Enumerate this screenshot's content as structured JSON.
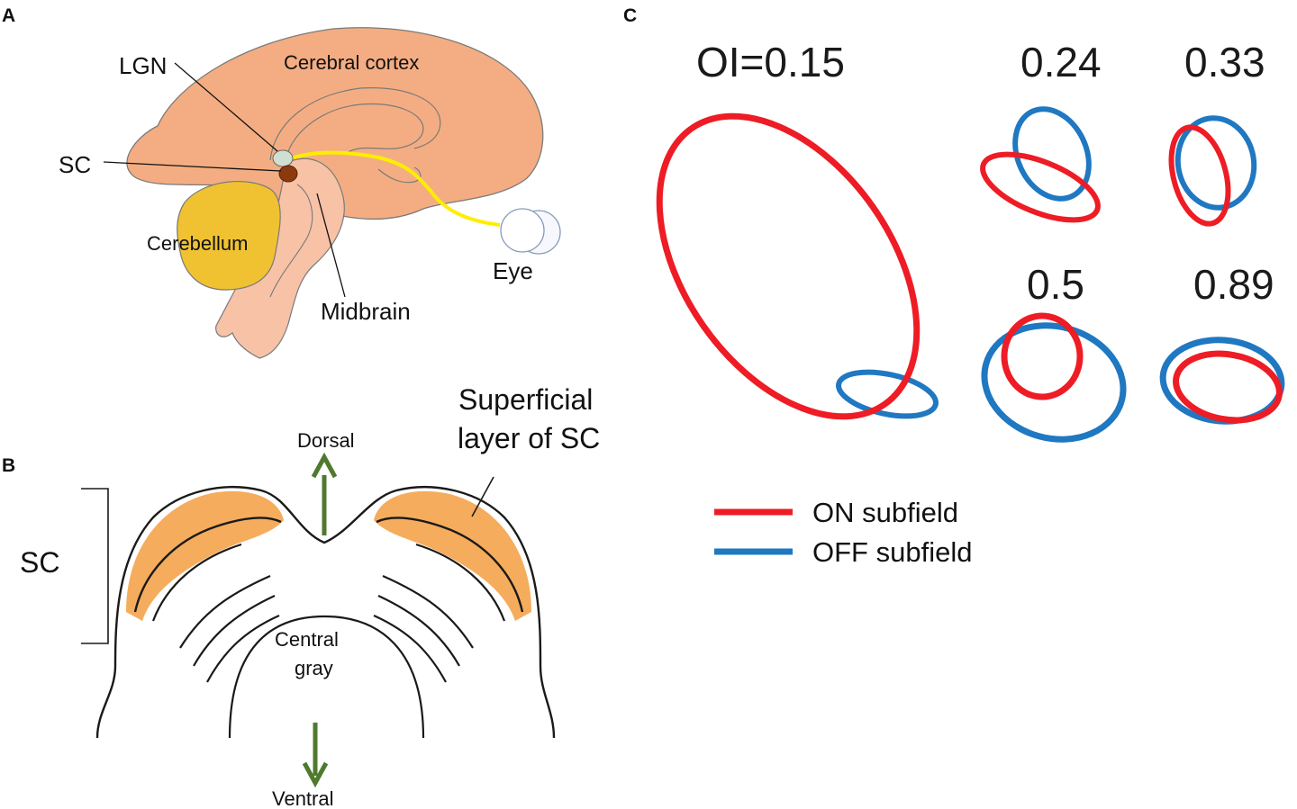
{
  "panel_a": {
    "letter": "A",
    "labels": {
      "lgn": "LGN",
      "sc": "SC",
      "cerebral_cortex": "Cerebral cortex",
      "cerebellum": "Cerebellum",
      "midbrain": "Midbrain",
      "eye": "Eye"
    },
    "colors": {
      "cortex": "#f4ad82",
      "cerebellum": "#f0c232",
      "brainstem": "#f7c2a6",
      "optic_tract": "#ffee00",
      "sc_dot": "#8b3a10",
      "lgn_dot": "#cfe0d2"
    }
  },
  "panel_b": {
    "letter": "B",
    "labels": {
      "dorsal": "Dorsal",
      "ventral": "Ventral",
      "sc": "SC",
      "superficial_line1": "Superficial",
      "superficial_line2": "layer of SC",
      "central_line1": "Central",
      "central_line2": "gray"
    },
    "colors": {
      "superficial_layer": "#f4a34b",
      "arrow": "#4f7a2e"
    }
  },
  "panel_c": {
    "letter": "C",
    "oi_values": [
      "OI=0.15",
      "0.24",
      "0.33",
      "0.5",
      "0.89"
    ],
    "legend": {
      "on": "ON subfield",
      "off": "OFF subfield"
    },
    "colors": {
      "on": "#ee1c25",
      "off": "#1f78c1"
    }
  }
}
